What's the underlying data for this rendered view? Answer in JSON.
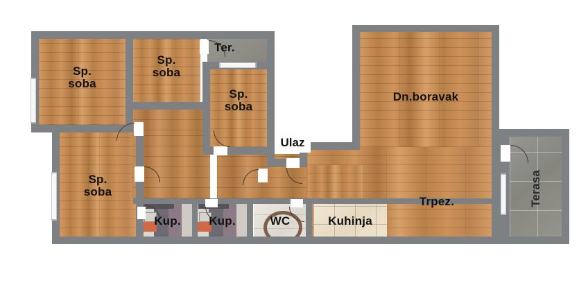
{
  "plan": {
    "kind": "apartment-floor-plan",
    "wall_color": "#7e8184",
    "background": "#ffffff",
    "label_color": "#111111"
  },
  "rooms": [
    {
      "id": "sp-soba-1",
      "label": "Sp.\nsoba",
      "floor": "parquet"
    },
    {
      "id": "sp-soba-2",
      "label": "Sp.\nsoba",
      "floor": "parquet"
    },
    {
      "id": "sp-soba-3",
      "label": "Sp.\nsoba",
      "floor": "parquet"
    },
    {
      "id": "sp-soba-4",
      "label": "Sp.\nsoba",
      "floor": "parquet"
    },
    {
      "id": "ter",
      "label": "Ter.",
      "floor": "tile-gray"
    },
    {
      "id": "ulaz",
      "label": "Ulaz",
      "floor": "parquet"
    },
    {
      "id": "dn-boravak",
      "label": "Dn.boravak",
      "floor": "parquet"
    },
    {
      "id": "trpez",
      "label": "Trpez.",
      "floor": "parquet"
    },
    {
      "id": "kupatilo-1",
      "label": "Kup.",
      "floor": "tile-bath"
    },
    {
      "id": "kupatilo-2",
      "label": "Kup.",
      "floor": "tile-bath"
    },
    {
      "id": "wc",
      "label": "WC",
      "floor": "tile-wc"
    },
    {
      "id": "kuhinja",
      "label": "Kuhinja",
      "floor": "tile-beige"
    },
    {
      "id": "terasa",
      "label": "Terasa",
      "floor": "tile-gray"
    }
  ],
  "labels": {
    "sp_soba_1": "Sp.\nsoba",
    "sp_soba_2": "Sp.\nsoba",
    "sp_soba_3": "Sp.\nsoba",
    "sp_soba_4": "Sp.\nsoba",
    "ter": "Ter.",
    "ulaz": "Ulaz",
    "dn_boravak": "Dn.boravak",
    "trpez": "Trpez.",
    "kup_1": "Kup.",
    "kup_2": "Kup.",
    "wc": "WC",
    "kuhinja": "Kuhinja",
    "terasa": "Terasa"
  }
}
